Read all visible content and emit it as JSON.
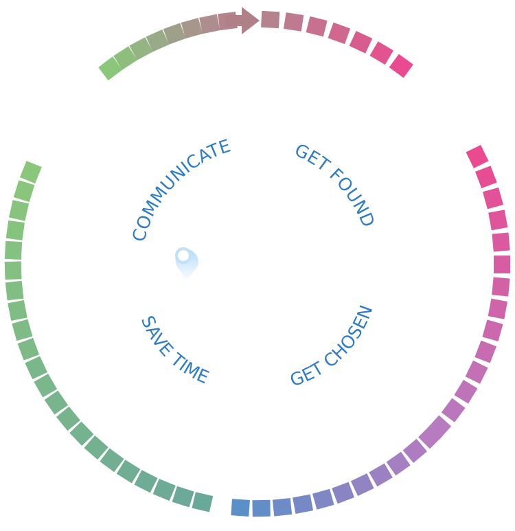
{
  "diagram": {
    "labels": {
      "communicate": "COMMUNICATE",
      "get_found": "GET FOUND",
      "save_time": "SAVE TIME",
      "get_chosen": "GET CHOSEN"
    },
    "label_color": "#2f7dc6",
    "marker_icon": "location-pin-icon",
    "colors": {
      "green": "#8bc77a",
      "teal": "#6aa89a",
      "olive": "#9aa589",
      "mauve": "#b5838e",
      "pink": "#ea4a90",
      "violet": "#b77bc0",
      "blue": "#5a8fc8",
      "marker": "#bfe1fb"
    }
  }
}
